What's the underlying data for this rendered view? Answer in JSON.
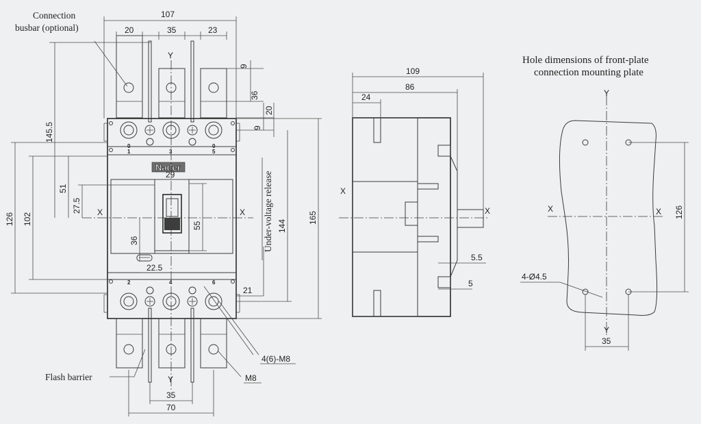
{
  "labels": {
    "connection_busbar": [
      "Connection",
      "busbar (optional)"
    ],
    "flash_barrier": "Flash barrier",
    "under_voltage": "Under-voltage release",
    "screw_main": "4(6)-M8",
    "screw_small": "M8",
    "brand": "Nader",
    "hole_title": [
      "Hole dimensions of front-plate",
      "connection mounting plate"
    ],
    "hole_spec": "4-Ø4.5"
  },
  "axis_letters": {
    "x": "X",
    "y": "Y"
  },
  "terminals": {
    "top": [
      "0",
      "1",
      "3",
      "5",
      "0"
    ],
    "bottom": [
      "2",
      "4",
      "6"
    ]
  },
  "front_dims": {
    "total_width": "107",
    "busbar_left": "20",
    "pole_pitch": "35",
    "busbar_right": "23",
    "top_9": "9",
    "top_36": "36",
    "top_20": "20",
    "top_9b": "9",
    "h_145_5": "145.5",
    "h_126": "126",
    "h_102": "102",
    "h_51": "51",
    "h_27_5": "27.5",
    "w_29": "29",
    "h_55": "55",
    "h_36": "36",
    "w_22_5": "22.5",
    "h_144": "144",
    "h_165": "165",
    "w_21": "21",
    "bottom_35": "35",
    "bottom_70": "70"
  },
  "side_dims": {
    "d_109": "109",
    "d_86": "86",
    "d_24": "24",
    "d_5_5": "5.5",
    "d_5": "5"
  },
  "hole_dims": {
    "h_126": "126",
    "w_35": "35"
  }
}
